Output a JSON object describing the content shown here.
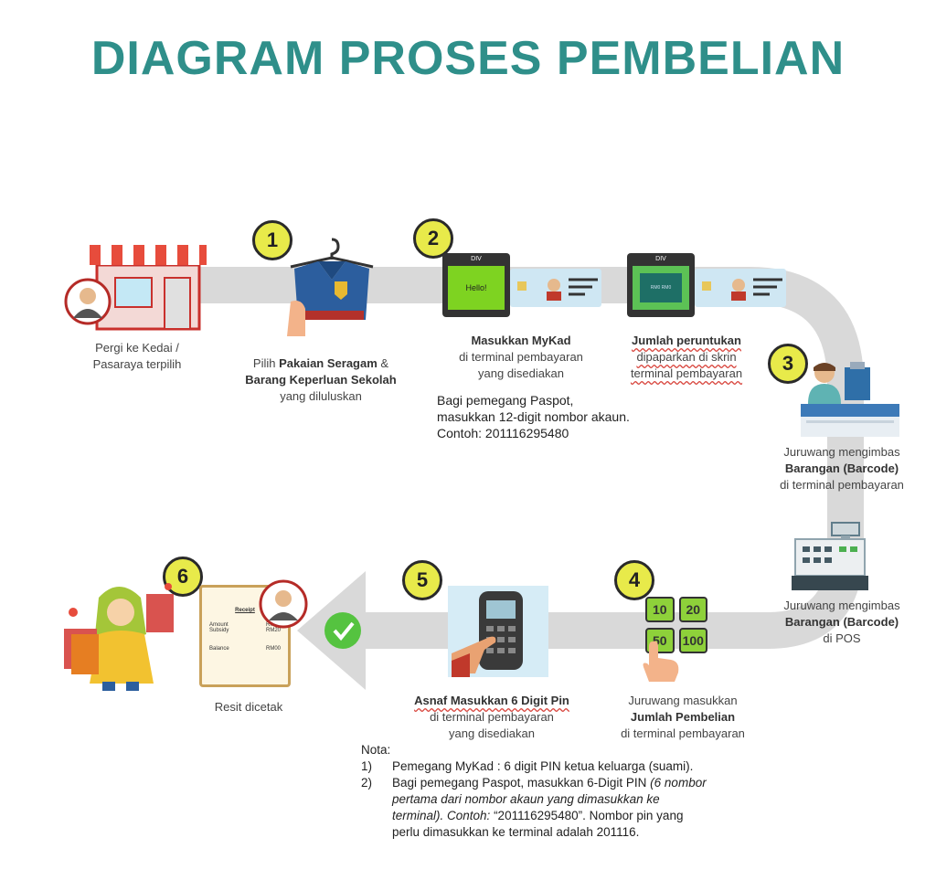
{
  "title": "DIAGRAM PROSES PEMBELIAN",
  "steps": [
    {
      "number": "1",
      "line1a": "Pilih",
      "line1b": "Pakaian Seragam",
      "line1c": "&",
      "line2": "Barang Keperluan Sekolah",
      "line3": "yang diluluskan"
    },
    {
      "number": "2",
      "line1": "Masukkan MyKad",
      "line2": "di terminal  pembayaran",
      "line3": "yang disediakan"
    },
    {
      "number": "3",
      "line1": "Juruwang mengimbas",
      "line2": "Barangan (Barcode)",
      "line3": "di terminal pembayaran"
    },
    {
      "number": "4",
      "line1": "Juruwang  masukkan",
      "line2": "Jumlah Pembelian",
      "line3": "di terminal pembayaran"
    },
    {
      "number": "5",
      "line1": "Asnaf  Masukkan 6 Digit Pin",
      "line2": "di terminal  pembayaran",
      "line3": "yang disediakan"
    }
  ],
  "start": {
    "line1": "Pergi ke Kedai /",
    "line2": "Pasaraya terpilih"
  },
  "allocation": {
    "line1": "Jumlah peruntukan",
    "line2": "dipaparkan  di skrin",
    "line3": "terminal pembayaran"
  },
  "pos": {
    "line1": "Juruwang  mengimbas",
    "line2": "Barangan (Barcode)",
    "line3": "di POS"
  },
  "step6": {
    "number": "6",
    "caption": "Resit dicetak"
  },
  "passport_note": {
    "line1": "Bagi pemegang Paspot,",
    "line2": "masukkan 12-digit nombor akaun.",
    "line3": "Contoh: 201116295480"
  },
  "terminal": {
    "brand": "DIV",
    "screen1": "Hello!",
    "screen2": "RM0 RM0"
  },
  "amounts": [
    "10",
    "20",
    "50",
    "100"
  ],
  "receipt": {
    "header": "Receipt",
    "amount_label": "Amount",
    "amount": "RM20",
    "subsidy_label": "Subsidy",
    "subsidy": "RM20",
    "balance_label": "Balance",
    "balance": "RM00"
  },
  "notes": {
    "heading": "Nota:",
    "item1_num": "1)",
    "item1": "Pemegang MyKad : 6 digit PIN ketua keluarga (suami).",
    "item2_num": "2)",
    "item2_a": "Bagi pemegang Paspot, masukkan 6-Digit PIN",
    "item2_b": "(6 nombor",
    "item2_c": "pertama dari nombor akaun yang dimasukkan ke",
    "item2_d": "terminal). Contoh:",
    "item2_e": "“201116295480”. Nombor pin yang",
    "item2_f": "perlu dimasukkan ke terminal adalah 201116."
  },
  "colors": {
    "title": "#2f8f8a",
    "badge": "#e8ea4a",
    "path": "#d9d9d9",
    "screen": "#7ed321",
    "check": "#55c340"
  }
}
